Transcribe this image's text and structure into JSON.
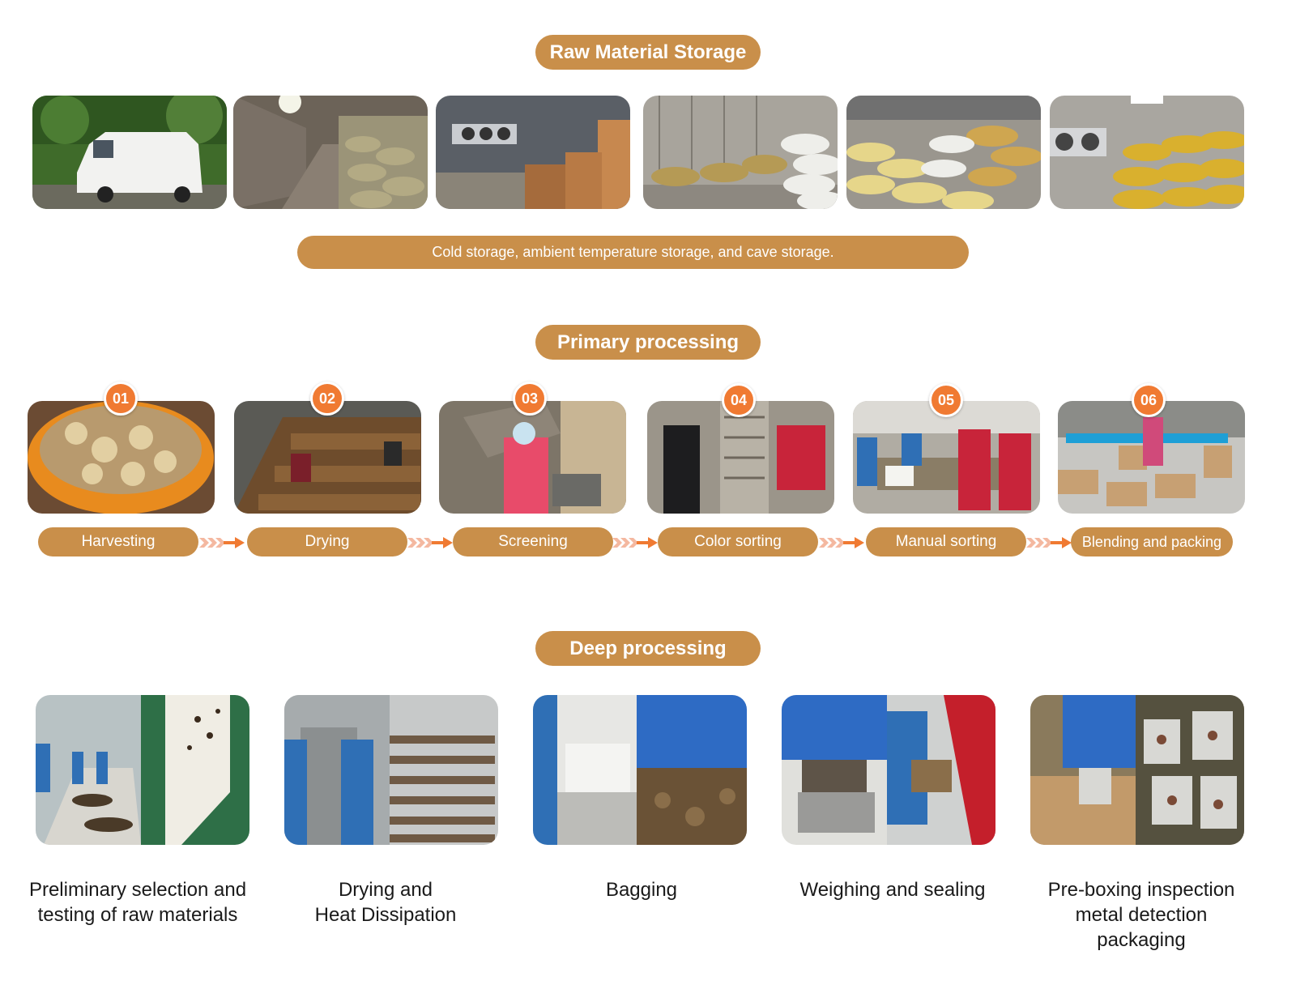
{
  "raw_storage": {
    "title": "Raw Material Storage",
    "photos": [
      "van-photo",
      "cave-storage-photo",
      "cold-storage-photo",
      "warehouse-sacks-photo",
      "yellow-sacks-photo",
      "cold-room-photo"
    ],
    "caption": "Cold storage, ambient temperature storage, and cave storage."
  },
  "primary_processing": {
    "title": "Primary processing",
    "steps": [
      {
        "number": "01",
        "label": "Harvesting"
      },
      {
        "number": "02",
        "label": "Drying"
      },
      {
        "number": "03",
        "label": "Screening"
      },
      {
        "number": "04",
        "label": "Color sorting"
      },
      {
        "number": "05",
        "label": "Manual sorting"
      },
      {
        "number": "06",
        "label": "Blending and packing"
      }
    ],
    "arrow_icon": "chevron-arrow-icon"
  },
  "deep_processing": {
    "title": "Deep processing",
    "steps": [
      {
        "label": "Preliminary selection and\ntesting of raw materials"
      },
      {
        "label": "Drying and\nHeat Dissipation"
      },
      {
        "label": "Bagging"
      },
      {
        "label": "Weighing and sealing"
      },
      {
        "label": "Pre-boxing inspection\nmetal detection\npackaging"
      }
    ]
  },
  "colors": {
    "accent": "#c98f4a",
    "badge": "#f07a32",
    "text": "#1a1a1a"
  }
}
